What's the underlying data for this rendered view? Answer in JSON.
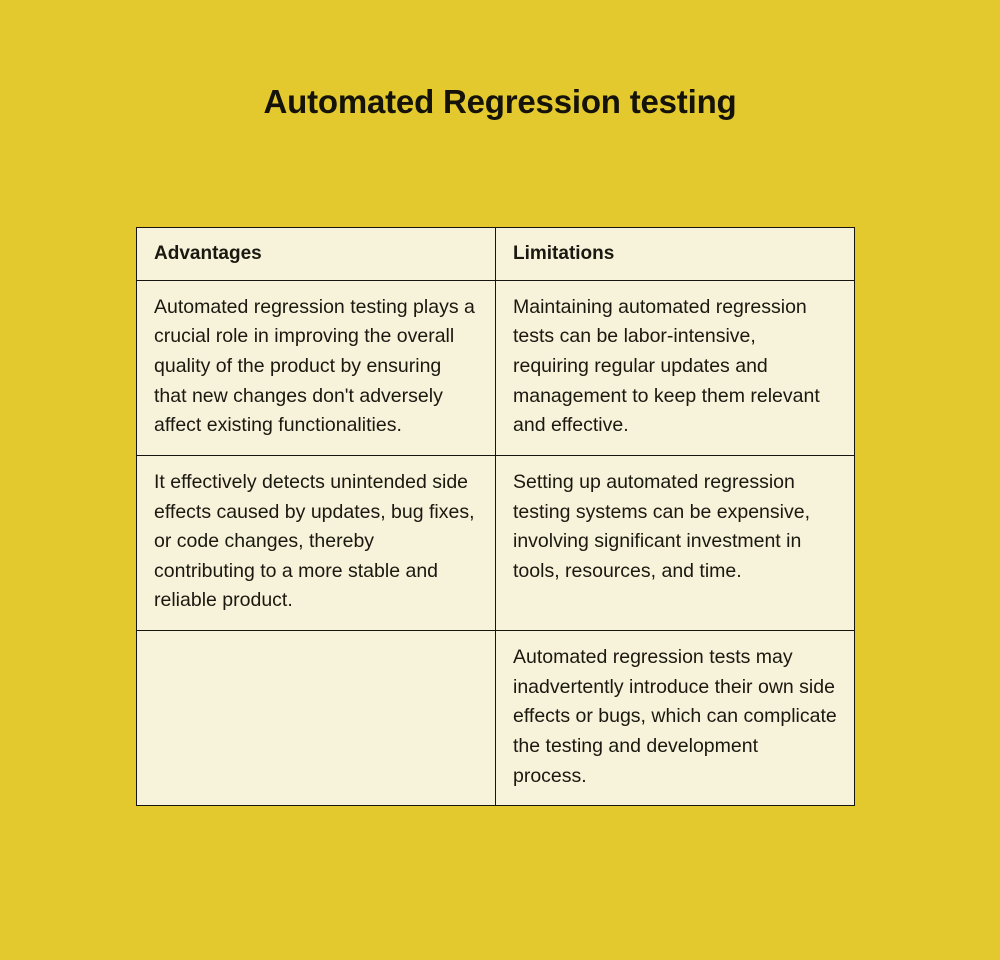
{
  "page": {
    "title": "Automated Regression testing",
    "background_color": "#e3c92e",
    "surface_color": "#f7f2da",
    "border_color": "#17150f",
    "text_color": "#1b1810"
  },
  "table": {
    "headers": {
      "advantages": "Advantages",
      "limitations": "Limitations"
    },
    "rows": [
      {
        "advantages": "Automated regression testing plays a crucial role in improving the overall quality of the product by ensuring that new changes don't adversely affect existing functionalities.",
        "limitations": "Maintaining automated regression tests can be labor-intensive, requiring regular updates and management to keep them relevant and effective."
      },
      {
        "advantages": "It effectively detects unintended side effects caused by updates, bug fixes, or code changes, thereby contributing to a more stable and reliable product.",
        "limitations": "Setting up automated regression testing systems can be expensive, involving significant investment in tools, resources, and time."
      },
      {
        "advantages": "",
        "limitations": "Automated regression tests may inadvertently introduce their own side effects or bugs, which can complicate the testing and development process."
      }
    ]
  }
}
